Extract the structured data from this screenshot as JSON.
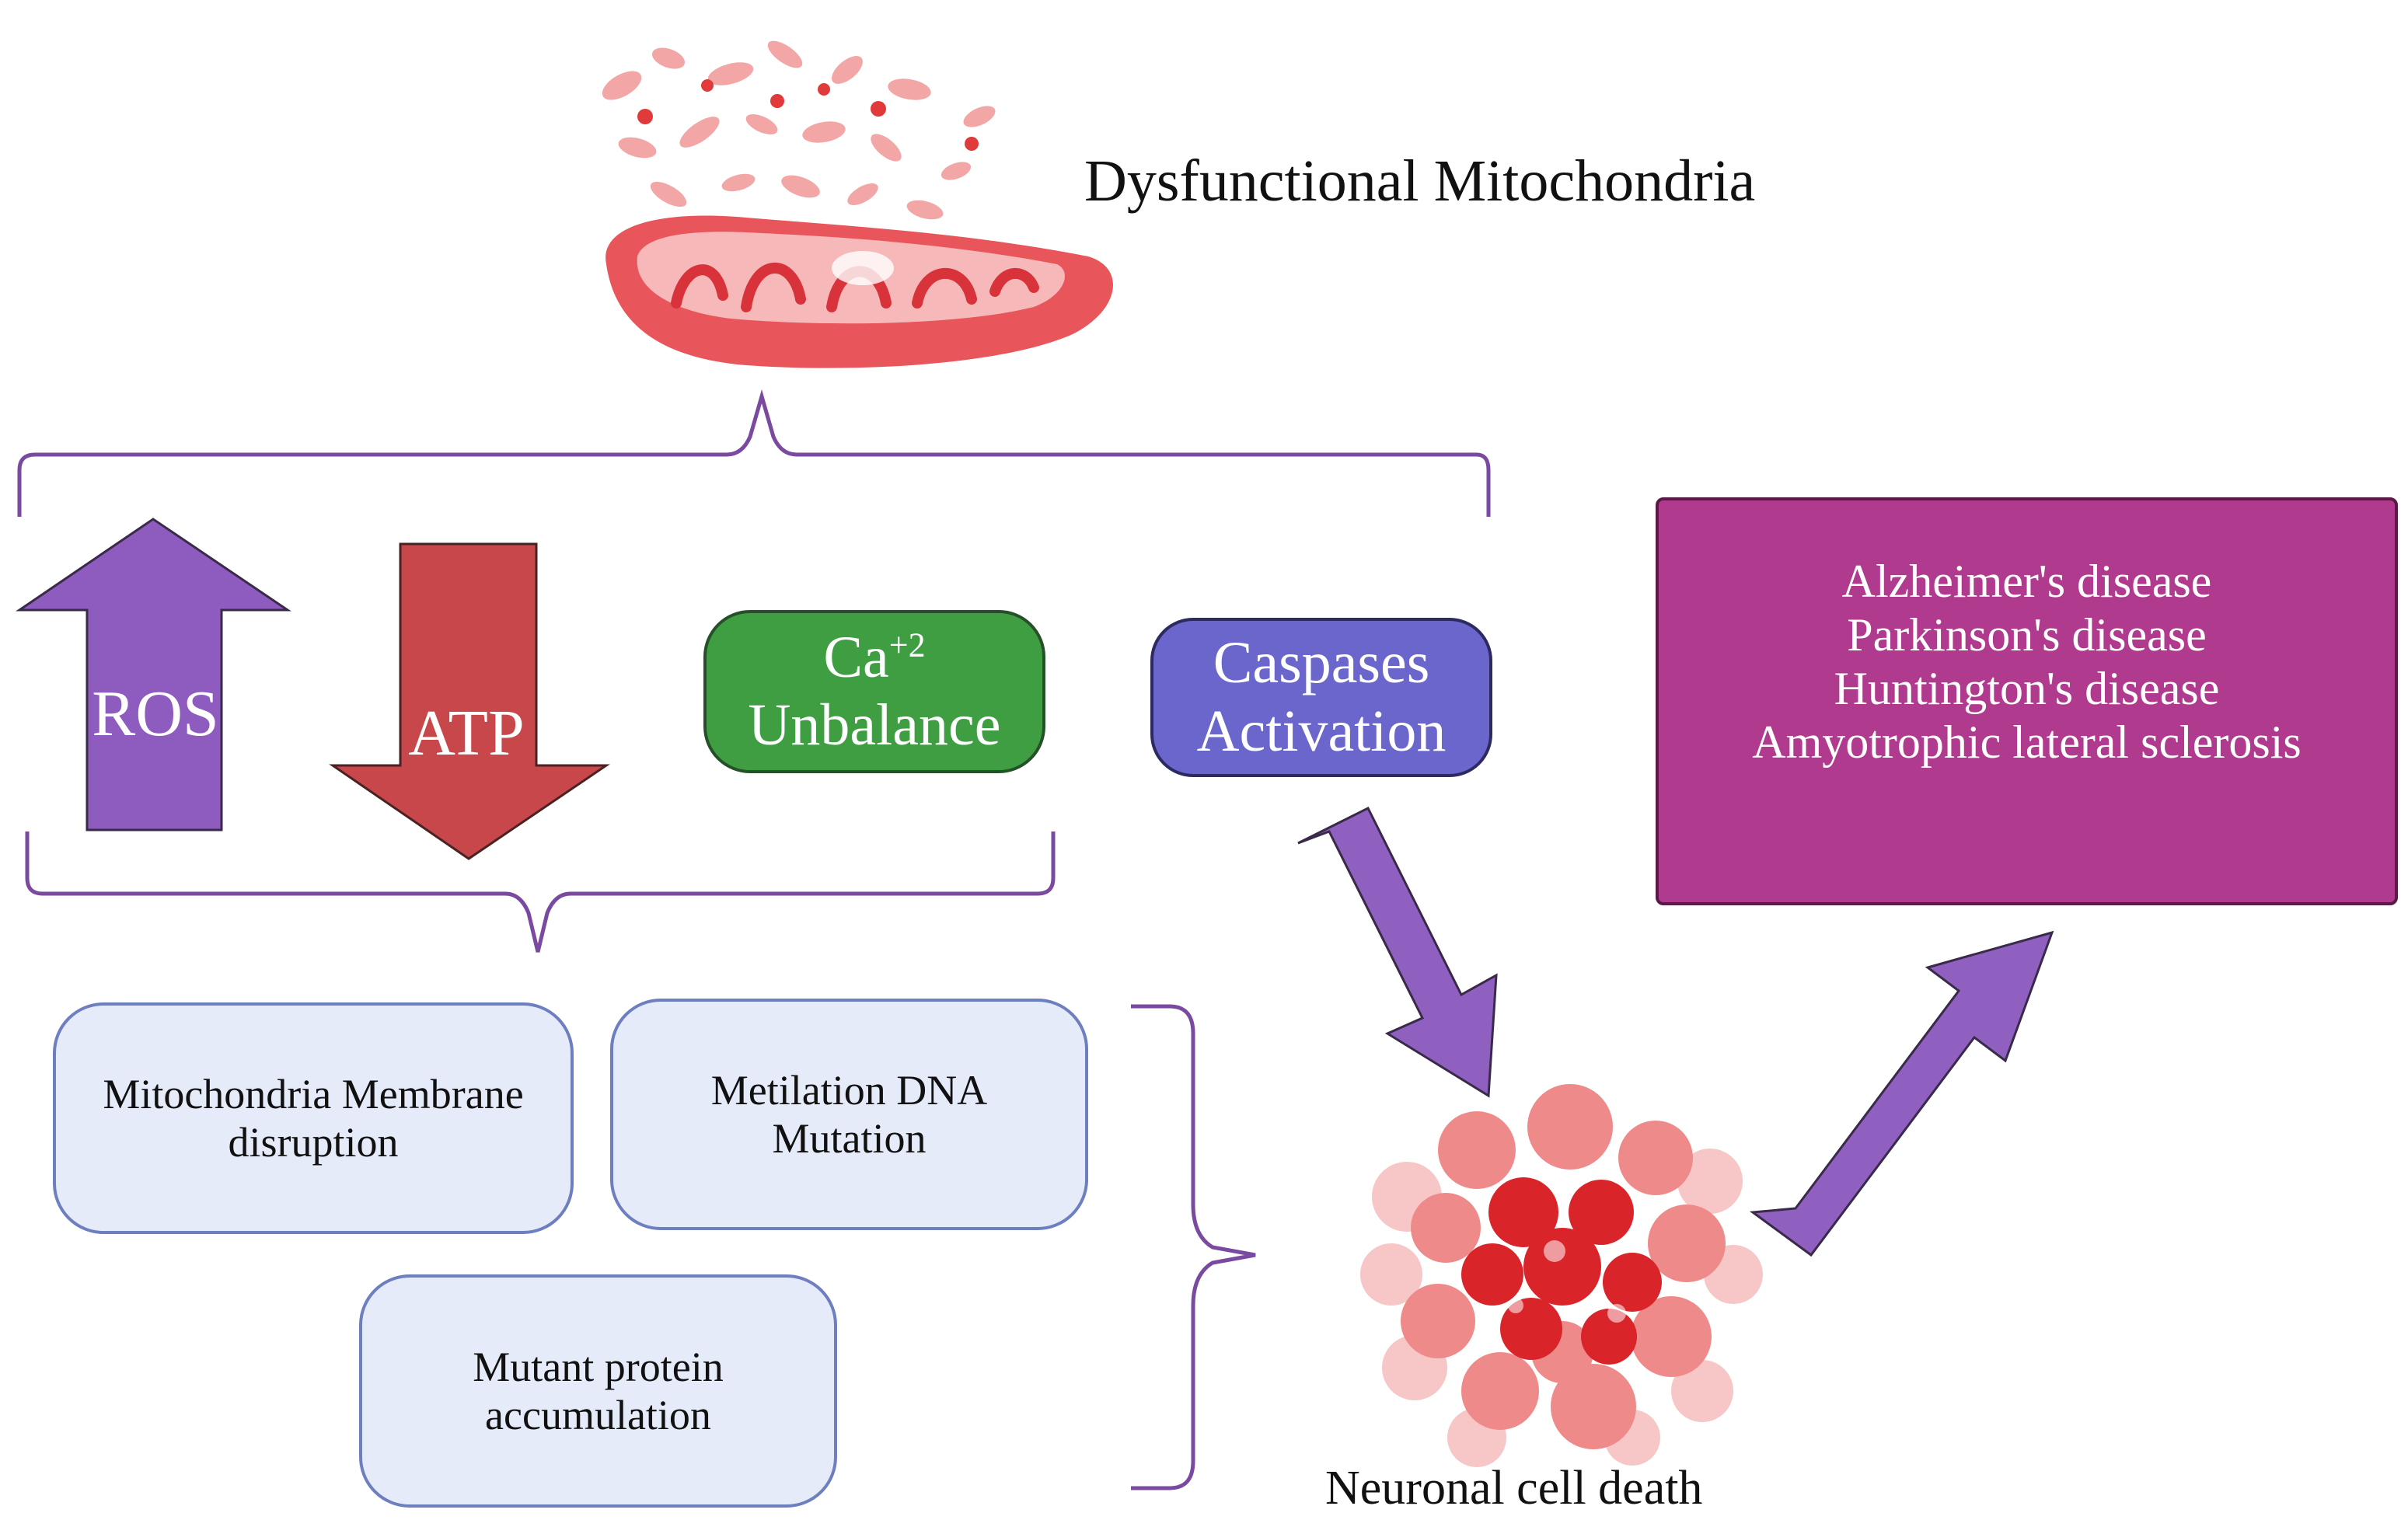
{
  "title": "Dysfunctional Mitochondria",
  "indicators": {
    "ros": "ROS",
    "atp": "ATP",
    "calcium": {
      "base": "Ca",
      "superscript": "+2",
      "line2": "Unbalance"
    },
    "caspases": {
      "line1": "Caspases",
      "line2": "Activation"
    }
  },
  "consequences": [
    {
      "line1": "Mitochondria Membrane",
      "line2": "disruption"
    },
    {
      "line1": "Metilation DNA",
      "line2": "Mutation"
    },
    {
      "line1": "Mutant protein",
      "line2": "accumulation"
    }
  ],
  "outcome": "Neuronal cell death",
  "diseases": [
    "Alzheimer's disease",
    "Parkinson's disease",
    "Huntington's disease",
    "Amyotrophic lateral sclerosis"
  ],
  "colors": {
    "brace": "#7a4aa0",
    "ros_arrow": "#8e5bbf",
    "atp_arrow": "#c8474a",
    "calcium_box": "#3f9e42",
    "caspases_box": "#6a66cc",
    "disease_box": "#b03a8e",
    "consequence_box": "#e6ebfa",
    "consequence_border": "#6d7fbf",
    "flow_arrow": "#9060c0"
  }
}
